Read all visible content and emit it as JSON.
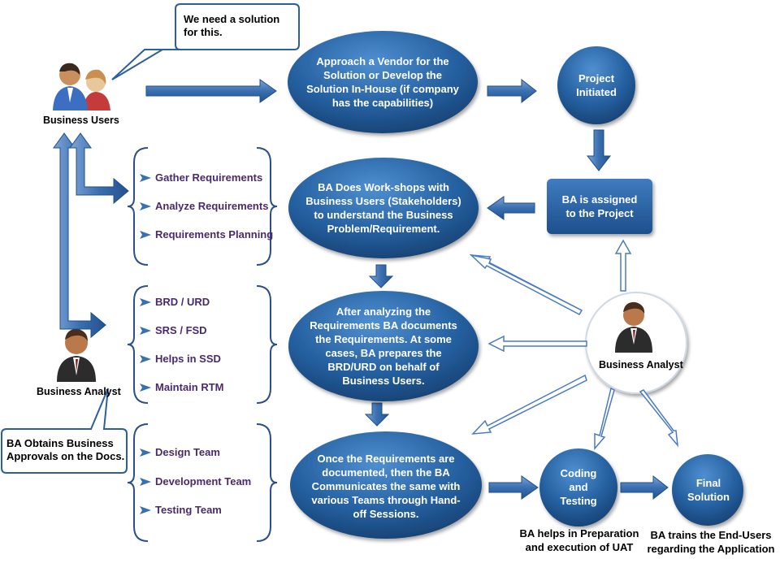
{
  "callouts": {
    "business_users_speech": "We need a solution\nfor this.",
    "ba_speech": "BA Obtains Business\nApprovals on the Docs."
  },
  "actors": {
    "business_users": "Business Users",
    "business_analyst_left": "Business Analyst",
    "business_analyst_right": "Business Analyst"
  },
  "steps": {
    "approach_vendor": "Approach a Vendor for the\nSolution or Develop the\nSolution In-House (if company\nhas the capabilities)",
    "project_initiated": "Project\nInitiated",
    "ba_assigned": "BA is assigned\nto the Project",
    "workshops": "BA Does Work-shops with\nBusiness Users (Stakeholders)\nto understand the Business\nProblem/Requirement.",
    "documents": "After analyzing the\nRequirements BA documents\nthe Requirements. At some\ncases, BA prepares the\nBRD/URD on behalf of\nBusiness Users.",
    "communicates": "Once the Requirements are\ndocumented, then the BA\nCommunicates the same with\nvarious Teams through Hand-\noff Sessions.",
    "coding_testing": "Coding\nand\nTesting",
    "final_solution": "Final\nSolution"
  },
  "lists": {
    "requirements": [
      "Gather Requirements",
      "Analyze Requirements",
      "Requirements Planning"
    ],
    "documents": [
      "BRD / URD",
      "SRS / FSD",
      "Helps in SSD",
      "Maintain RTM"
    ],
    "teams": [
      "Design Team",
      "Development Team",
      "Testing Team"
    ]
  },
  "captions": {
    "uat": "BA helps in Preparation\nand execution of UAT",
    "training": "BA trains the End-Users\nregarding the Application"
  },
  "colors": {
    "ellipse_fill": "#1f5b9e",
    "ellipse_light": "#4a86c6",
    "arrow_fill": "#3a6fb0",
    "list_text": "#4a2a6e",
    "bracket": "#2d4f86"
  }
}
